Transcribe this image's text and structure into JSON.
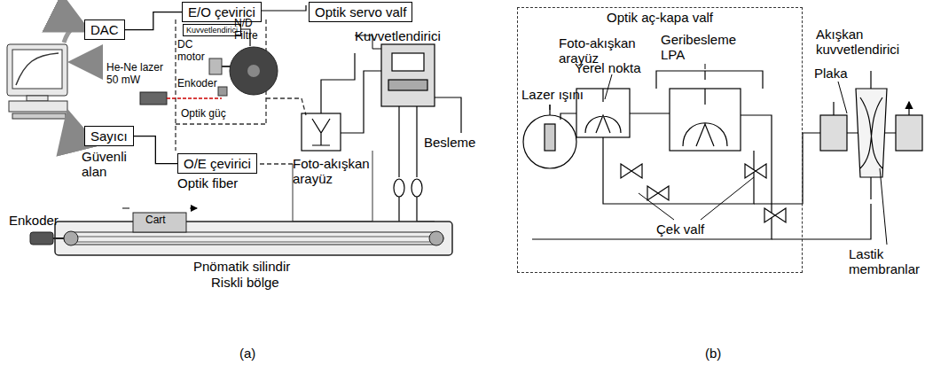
{
  "diagram": {
    "nodes": [
      {
        "text": [
          "DAC"
        ]
      },
      {
        "text": [
          "E/O çevirici"
        ]
      },
      {
        "text": [
          "Kuvvetlendirici"
        ]
      },
      {
        "text": [
          "Optik servo valf"
        ]
      },
      {
        "text": [
          "Sayıcı"
        ]
      },
      {
        "text": [
          "O/E çevirici"
        ]
      },
      {
        "text": [
          "Optik aç-kapa valf"
        ]
      }
    ],
    "edges": [
      {
        "from": 0,
        "to": 1,
        "arrow": "none"
      },
      {
        "from": 4,
        "to": 5,
        "arrow": "none"
      }
    ],
    "labels": [
      "N/D Filtre",
      "DC motor",
      "He-Ne lazer 50 mW",
      "Enkoder",
      "Optik güç",
      "Güvenli alan",
      "Optik fiber",
      "Kuvvetlendirici",
      "Foto-akışkan arayüz",
      "Besleme",
      "Enkoder",
      "Cart",
      "Pnömatik silindir",
      "Riskli bölge",
      "(a)",
      "Akışkan kuvvetlendirici",
      "Foto-akışkan arayüz",
      "Yerel nokta",
      "Geribesleme LPA",
      "Lazer ışını",
      "Plaka",
      "Çek valf",
      "Lastik membranlar",
      "(b)"
    ]
  }
}
